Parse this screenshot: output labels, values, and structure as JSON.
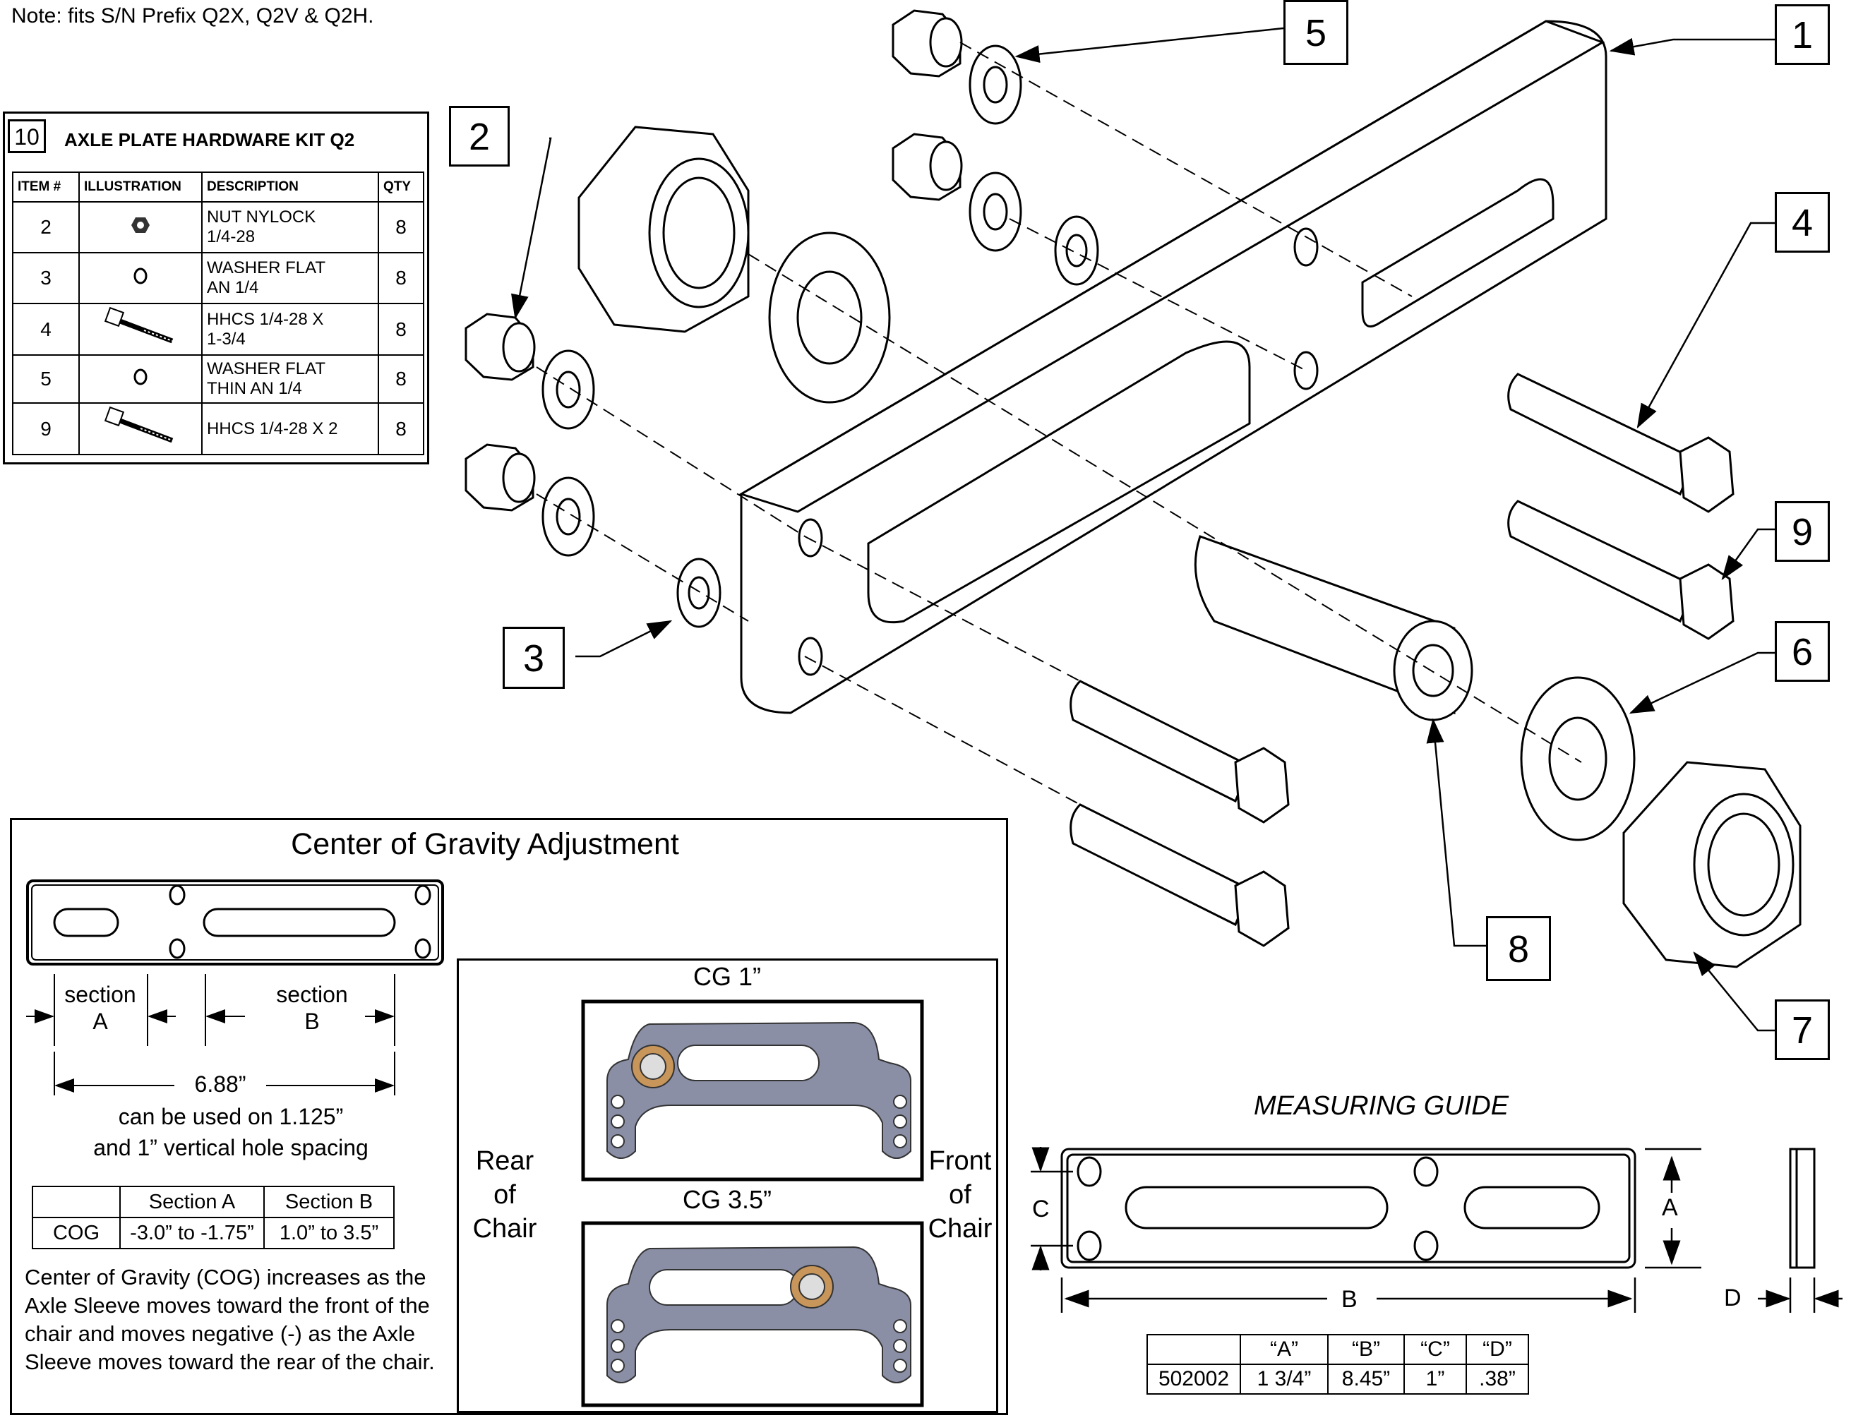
{
  "note": "Note: fits S/N Prefix Q2X, Q2V & Q2H.",
  "kit": {
    "number": "10",
    "title": "AXLE PLATE HARDWARE KIT Q2",
    "headers": [
      "ITEM #",
      "ILLUSTRATION",
      "DESCRIPTION",
      "QTY"
    ],
    "rows": [
      {
        "item": "2",
        "icon": "nylock-nut-icon",
        "desc1": "NUT NYLOCK",
        "desc2": "1/4-28",
        "qty": "8"
      },
      {
        "item": "3",
        "icon": "flat-washer-icon",
        "desc1": "WASHER FLAT",
        "desc2": "AN 1/4",
        "qty": "8"
      },
      {
        "item": "4",
        "icon": "hex-bolt-icon",
        "desc1": "HHCS 1/4-28 X",
        "desc2": "1-3/4",
        "qty": "8"
      },
      {
        "item": "5",
        "icon": "thin-washer-icon",
        "desc1": "WASHER FLAT",
        "desc2": "THIN AN 1/4",
        "qty": "8"
      },
      {
        "item": "9",
        "icon": "hex-bolt-icon",
        "desc1": "HHCS 1/4-28 X 2",
        "desc2": "",
        "qty": "8"
      }
    ]
  },
  "callouts": [
    "1",
    "2",
    "3",
    "4",
    "5",
    "6",
    "7",
    "8",
    "9"
  ],
  "cog": {
    "title": "Center of Gravity Adjustment",
    "section_a": [
      "section",
      "A"
    ],
    "section_b": [
      "section",
      "B"
    ],
    "overall": "6.88”",
    "spacing_line1": "can be used on 1.125”",
    "spacing_line2": "and 1” vertical hole spacing",
    "table_headers": [
      "",
      "Section A",
      "Section B"
    ],
    "table_row": [
      "COG",
      "-3.0” to -1.75”",
      "1.0” to 3.5”"
    ],
    "description": "Center of Gravity (COG) increases as the Axle Sleeve moves toward the front of the chair and moves negative (-) as the Axle Sleeve moves toward the rear of the chair.",
    "cg1": "CG 1”",
    "cg35": "CG 3.5”",
    "rear": [
      "Rear",
      "of",
      "Chair"
    ],
    "front": [
      "Front",
      "of",
      "Chair"
    ],
    "plate_color": "#8a8fa6",
    "sleeve_color": "#c8965a"
  },
  "measuring": {
    "title": "MEASURING GUIDE",
    "dims": {
      "a": "A",
      "b": "B",
      "c": "C",
      "d": "D"
    },
    "table_headers": [
      "",
      "“A”",
      "“B”",
      "“C”",
      "“D”"
    ],
    "table_row": [
      "502002",
      "1 3/4”",
      "8.45”",
      "1”",
      ".38”"
    ]
  }
}
